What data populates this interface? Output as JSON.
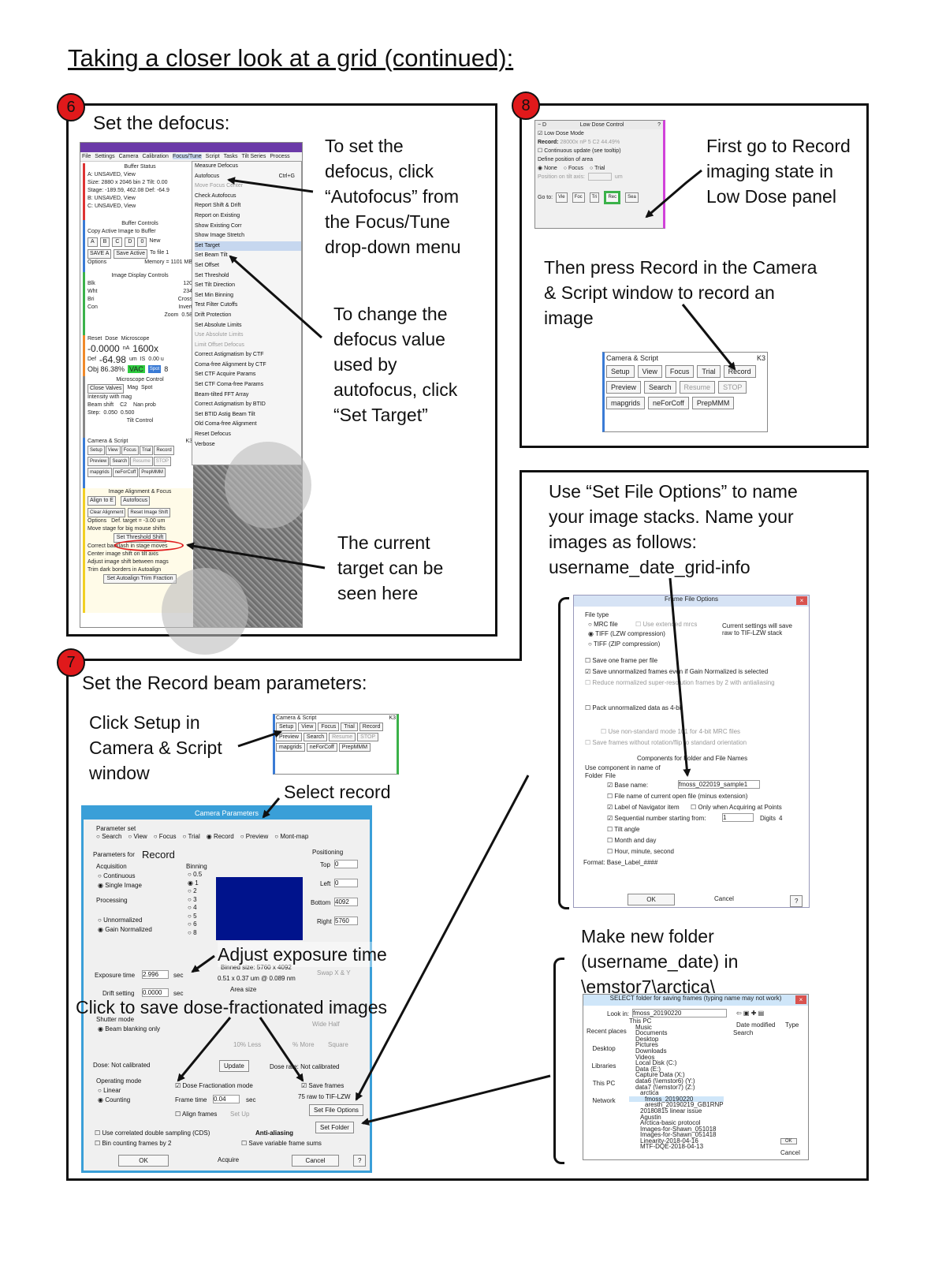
{
  "title": "Taking a closer look at a grid (continued):",
  "sections": [
    {
      "number": "6",
      "heading": "Set the defocus:",
      "notes": [
        [
          "To set the",
          "defocus, click",
          "“Autofocus” from",
          "the Focus/Tune",
          "drop-down menu"
        ],
        [
          "To change the",
          "defocus value",
          "used by",
          "autofocus, click",
          "“Set Target”"
        ],
        [
          "The current",
          "target can be",
          "seen here"
        ]
      ]
    },
    {
      "number": "7",
      "heading": "Set the Record beam parameters:",
      "notes": [
        [
          "Click Setup in",
          "Camera & Script",
          "window"
        ],
        [
          "Select record"
        ],
        [
          "Adjust exposure time"
        ],
        [
          "Click to save dose-fractionated images"
        ]
      ]
    },
    {
      "number": "8",
      "notes": [
        [
          "First go to Record",
          "imaging state in",
          "Low Dose panel"
        ],
        [
          "Then press Record in the Camera",
          "& Script window to record an",
          "image"
        ]
      ]
    },
    {
      "notes": [
        [
          "Use “Set File Options” to name",
          "your image stacks.  Name your",
          "images as follows:",
          "username_date_grid-info"
        ],
        [
          "Make new folder",
          "(username_date) in",
          "\\emstor7\\arctica\\"
        ]
      ]
    }
  ],
  "serialem": {
    "menu_bar": [
      "File",
      "Settings",
      "Camera",
      "Calibration",
      "Focus/Tune",
      "Script",
      "Tasks",
      "Tilt Series",
      "Process"
    ],
    "focus_menu": [
      "Measure Defocus",
      "Autofocus",
      "Move Focus Center",
      "Check Autofocus",
      "Report Shift & Drift",
      "Report on Existing",
      "Show Existing Corr",
      "Show Image Stretch",
      "Set Target",
      "Set Beam Tilt",
      "Set Offset",
      "Set Threshold",
      "Set Tilt Direction",
      "Set Min Binning",
      "Test Filter Cutoffs",
      "Drift Protection",
      "Set Absolute Limits",
      "Use Absolute Limits",
      "Limit Offset Defocus",
      "Correct Astigmatism by CTF",
      "Coma-free Alignment by CTF",
      "Set CTF Acquire Params",
      "Set CTF Coma-free Params",
      "Beam-tilted FFT Array",
      "Correct Astigmatism by BTID",
      "Set BTID Astig Beam Tilt",
      "Old Coma-free Alignment",
      "Reset Defocus",
      "Verbose"
    ],
    "autofocus_shortcut": "Ctrl+G",
    "buffer_status": "Buffer Status",
    "buffer_lines": [
      "A: UNSAVED, View",
      "Size: 2880 x 2046  bin 2    Tilt: 0.00",
      "Stage: -189.59, 462.08    Def: -64.9",
      "B: UNSAVED, View",
      "C: UNSAVED, View"
    ],
    "buffer_controls": "Buffer Controls",
    "copy_label": "Copy Active Image to Buffer",
    "buffer_buttons": [
      "A",
      "B",
      "C",
      "D",
      "0"
    ],
    "new_label": "New",
    "save_a": "SAVE A",
    "save_active": "Save Active",
    "to_file": "To file 1",
    "options": "Options",
    "memory": "Memory = 1101 MB",
    "display_controls": "Image Display Controls",
    "blk": "Blk",
    "blk_val": "120",
    "wht": "Wht",
    "wht_val": "234",
    "bri": "Bri",
    "cross": "Cross",
    "con": "Con",
    "invert": "Invert",
    "zoom": "Zoom",
    "zoom_val": "0.58",
    "reset_tab": "Reset",
    "dose_tab": "Dose",
    "microscope": "Microscope",
    "current": "-0.0000",
    "current_unit": "nA",
    "mag": "1600x",
    "def_label": "Def",
    "def_val": "-64.98",
    "def_unit": "um",
    "is_label": "IS",
    "is_val": "0.00 u",
    "obj": "Obj 86.38%",
    "vac": "VAC",
    "spot": "Spot",
    "spot_val": "8",
    "scope_control": "Microscope Control",
    "close_valves": "Close Valves",
    "mag_label": "Mag",
    "spot_label": "Spot",
    "intensity": "Intensity with mag",
    "beam_shift": "Beam shift",
    "c2": "C2",
    "nan": "Nan prob",
    "step": "Step:",
    "step_val": "0.050",
    "step_val2": "0.500",
    "tilt_control": "Tilt Control",
    "cam_script": "Camera & Script",
    "k3": "K3",
    "cam_buttons": [
      "Setup",
      "View",
      "Focus",
      "Trial",
      "Record"
    ],
    "cam_buttons2": [
      "Preview",
      "Search",
      "Resume",
      "STOP"
    ],
    "scripts": [
      "mapgrids",
      "neForCoff",
      "PrepMMM"
    ],
    "align_focus": "Image Alignment & Focus",
    "align_to": "Align to E",
    "autofocus_btn": "Autofocus",
    "clear_align": "Clear Alignment",
    "reset_shift": "Reset Image Shift",
    "def_target": "Def. target = -3.00 um",
    "move_stage": "Move stage for big mouse shifts",
    "set_threshold": "Set Threshold Shift",
    "correct_backlash": "Correct backlash in stage moves",
    "center_image": "Center image shift on tilt axis",
    "adjust_image": "Adjust image shift between mags",
    "trim_dark": "Trim dark borders in Autoalign",
    "set_trim": "Set Autoalign Trim Fraction"
  },
  "low_dose": {
    "title": "Low Dose Control",
    "mode": "Low Dose Mode",
    "record": "Record:",
    "record_detail": "28000x  nP 5  C2 44.49%",
    "continuous": "Continuous update (see tooltip)",
    "define": "Define position of area",
    "areas": [
      "None",
      "Focus",
      "Trial"
    ],
    "position": "Position on tilt axis:",
    "um": "um",
    "goto": "Go to:",
    "goto_buttons": [
      "Vie",
      "Foc",
      "Tri",
      "Rec",
      "Sea"
    ]
  },
  "cam_params": {
    "title": "Camera Parameters",
    "param_set": "Parameter set",
    "sets": [
      "Search",
      "View",
      "Focus",
      "Trial",
      "Record",
      "Preview",
      "Mont-map"
    ],
    "params_for": "Parameters for",
    "params_for_val": "Record",
    "acquisition": "Acquisition",
    "continuous": "Continuous",
    "single": "Single Image",
    "processing": "Processing",
    "unnormalized": "Unnormalized",
    "gain": "Gain Normalized",
    "binning": "Binning",
    "bins": [
      "0.5",
      "1",
      "2",
      "3",
      "4",
      "5",
      "6",
      "8"
    ],
    "positioning": "Positioning",
    "top": "Top",
    "top_val": "0",
    "left": "Left",
    "left_val": "0",
    "bottom": "Bottom",
    "bottom_val": "4092",
    "right": "Right",
    "right_val": "5760",
    "binned_size": "Binned size: 5760 x 4092",
    "dims": "0.51 x 0.37 um @ 0.089 nm",
    "swap": "Swap X & Y",
    "area_size": "Area size",
    "exposure": "Exposure time",
    "exposure_val": "2.996",
    "sec": "sec",
    "drift": "Drift setting",
    "drift_val": "0.0000",
    "shutter": "Shutter mode",
    "beam_blank": "Beam blanking only",
    "wide_half": "Wide Half",
    "less": "10% Less",
    "more": "% More",
    "square": "Square",
    "dose_nc": "Dose: Not calibrated",
    "update": "Update",
    "dose_rate": "Dose rate: Not calibrated",
    "op_mode": "Operating mode",
    "linear": "Linear",
    "counting": "Counting",
    "dose_frac": "Dose Fractionation mode",
    "frame_time": "Frame time",
    "frame_val": "0.04",
    "align_frames": "Align frames",
    "set_up": "Set Up",
    "save_frames": "Save frames",
    "raw": "75 raw to TIF-LZW",
    "set_file_opts": "Set File Options",
    "set_folder": "Set Folder",
    "cds": "Use correlated double sampling (CDS)",
    "anti": "Anti-aliasing",
    "bin_count": "Bin counting frames by 2",
    "save_var": "Save variable frame sums",
    "ok": "OK",
    "acquire": "Acquire",
    "cancel": "Cancel",
    "help": "?"
  },
  "frame_opts": {
    "title": "Frame File Options",
    "file_type": "File type",
    "types": [
      "MRC file",
      "TIFF (LZW compression)",
      "TIFF (ZIP compression)"
    ],
    "use_ext": "Use extended mrcs",
    "current": "Current settings will save raw to TIF-LZW stack",
    "one_frame": "Save one frame per file",
    "unnorm": "Save unnormalized frames even if Gain Normalized is selected",
    "reduce": "Reduce normalized super-resolution frames by 2 with antialiasing",
    "pack": "Pack unnormalized data as 4-bit",
    "nonstd": "Use non-standard mode 101 for 4-bit MRC files",
    "rotation": "Save frames without rotation/flip to standard orientation",
    "components": "Components for Folder and File Names",
    "use_comp": "Use component in name of",
    "folder": "Folder",
    "file": "File",
    "base": "Base name:",
    "base_val": "fmoss_022019_sample1",
    "file_name": "File name of current open file (minus extension)",
    "nav_label": "Label of Navigator item",
    "only_acq": "Only when Acquiring at Points",
    "seq": "Sequential number starting from:",
    "seq_val": "1",
    "digits": "Digits",
    "digits_val": "4",
    "tilt_angle": "Tilt angle",
    "month_day": "Month and day",
    "hour": "Hour, minute, second",
    "format": "Format: Base_Label_####",
    "ok": "OK",
    "cancel": "Cancel",
    "help": "?"
  },
  "folder_dlg": {
    "title": "SELECT folder for saving frames (typing name may not work)",
    "look_in": "Look in:",
    "look_val": "fmoss_20190220",
    "cols": [
      "Date modified",
      "Type"
    ],
    "search": "Search",
    "places": [
      "Recent places",
      "Desktop",
      "Libraries",
      "This PC",
      "Network"
    ],
    "tree": [
      "This PC",
      "Music",
      "Documents",
      "Desktop",
      "Pictures",
      "Downloads",
      "Videos",
      "Local Disk (C:)",
      "Data (E:)",
      "Capture Data (X:)",
      "data6 (\\\\emstor6) (Y:)",
      "data7 (\\\\emstor7) (Z:)",
      "arctica",
      "fmoss_20190220",
      "aresth_20190219_GB1RNP",
      "20180815 linear issue",
      "Agustin",
      "Arctica-basic protocol",
      "Images-for-Shawn_051018",
      "Images-for-Shawn_051418",
      "Linearity-2018-04-16",
      "MTF-DQE-2018-04-13"
    ],
    "ok": "OK",
    "cancel": "Cancel"
  }
}
